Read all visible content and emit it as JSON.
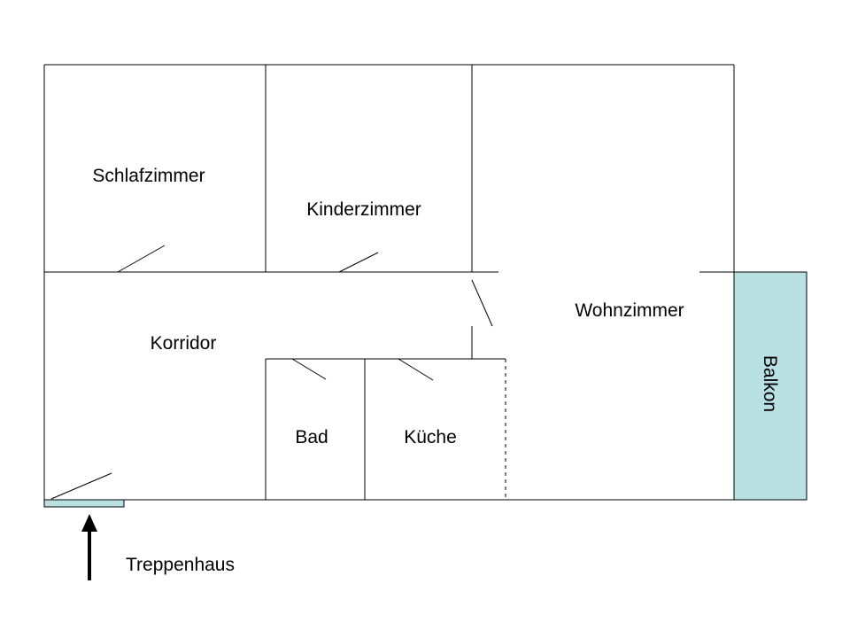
{
  "rooms": {
    "schlafzimmer": "Schlafzimmer",
    "kinderzimmer": "Kinderzimmer",
    "wohnzimmer": "Wohnzimmer",
    "korridor": "Korridor",
    "bad": "Bad",
    "kueche": "Küche",
    "balkon": "Balkon"
  },
  "entrance_label": "Treppenhaus",
  "colors": {
    "wall": "#000000",
    "balcony_fill": "#b9e0e3",
    "entrance_fill": "#b9e0e3"
  }
}
